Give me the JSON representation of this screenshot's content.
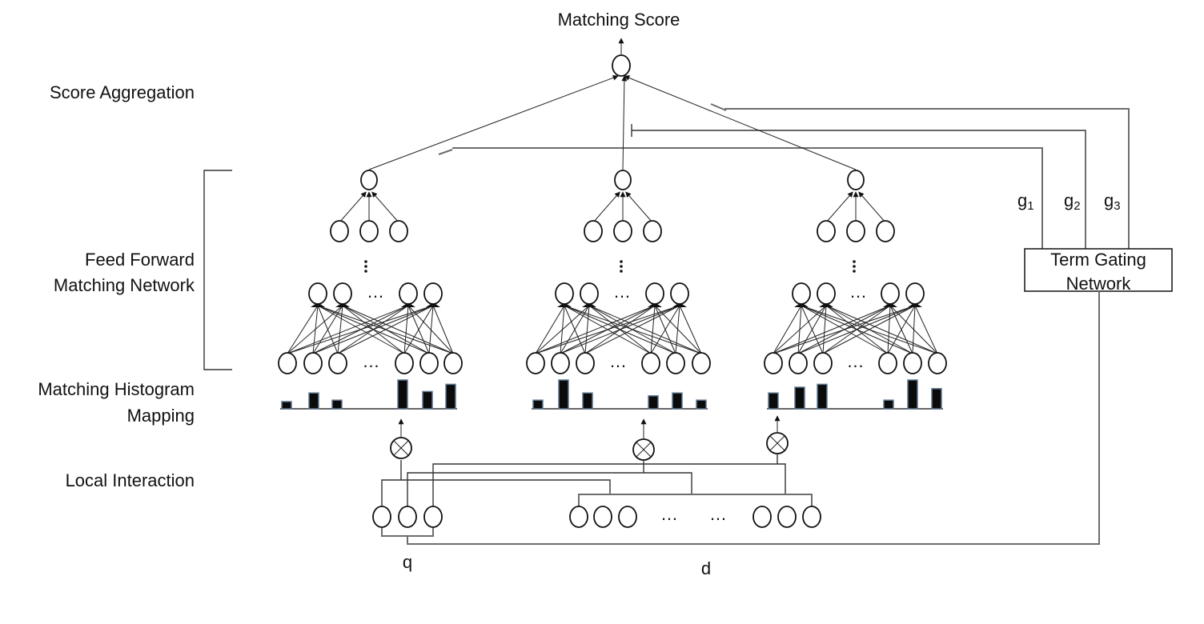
{
  "title": "Matching Score",
  "layers": {
    "score_aggregation": "Score Aggregation",
    "feed_forward": [
      "Feed Forward",
      "Matching Network"
    ],
    "histogram": [
      "Matching Histogram",
      "Mapping"
    ],
    "local_interaction": "Local Interaction"
  },
  "gating": {
    "box_label": [
      "Term Gating",
      "Network"
    ],
    "gates": [
      {
        "base": "g",
        "sub": "1"
      },
      {
        "base": "g",
        "sub": "2"
      },
      {
        "base": "g",
        "sub": "3"
      }
    ]
  },
  "inputs": {
    "query_label": "q",
    "doc_label": "d"
  },
  "ellipsis": "…",
  "operator_symbol": "multiply",
  "branches": [
    {
      "name": "branch-1",
      "histogram": [
        0.25,
        0.55,
        0.3,
        1.0,
        0.6,
        0.85
      ]
    },
    {
      "name": "branch-2",
      "histogram": [
        0.3,
        1.0,
        0.55,
        0.45,
        0.55,
        0.3
      ]
    },
    {
      "name": "branch-3",
      "histogram": [
        0.55,
        0.75,
        0.85,
        0.3,
        1.0,
        0.7
      ]
    }
  ],
  "colors": {
    "ink": "#111111",
    "wire_gray": "#6d6d6d",
    "bar_edge": "#5f7891"
  }
}
